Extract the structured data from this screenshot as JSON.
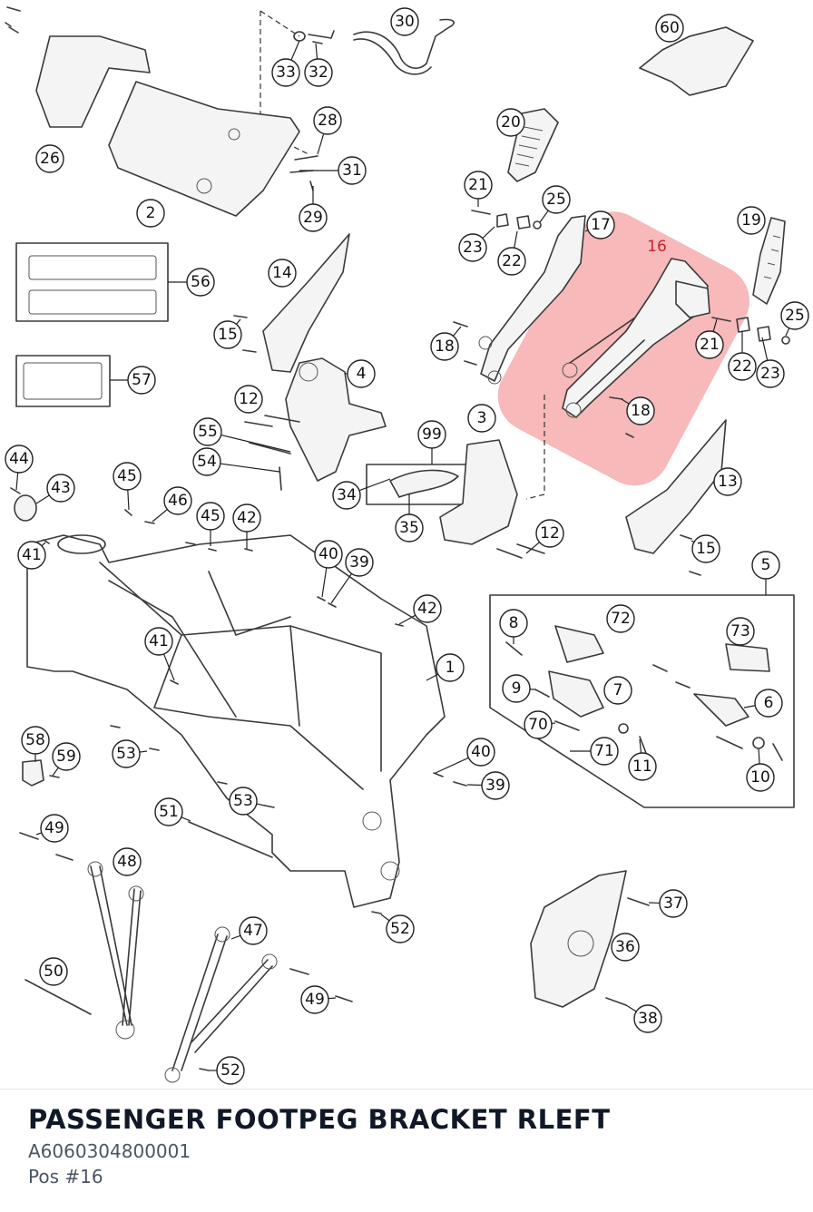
{
  "diagram": {
    "callouts": [
      {
        "label": "60"
      },
      {
        "label": "30"
      },
      {
        "label": "33"
      },
      {
        "label": "32"
      },
      {
        "label": "26"
      },
      {
        "label": "28"
      },
      {
        "label": "31"
      },
      {
        "label": "2"
      },
      {
        "label": "29"
      },
      {
        "label": "20"
      },
      {
        "label": "21"
      },
      {
        "label": "25"
      },
      {
        "label": "17"
      },
      {
        "label": "23"
      },
      {
        "label": "22"
      },
      {
        "label": "16"
      },
      {
        "label": "19"
      },
      {
        "label": "25"
      },
      {
        "label": "21"
      },
      {
        "label": "22"
      },
      {
        "label": "23"
      },
      {
        "label": "56"
      },
      {
        "label": "14"
      },
      {
        "label": "15"
      },
      {
        "label": "18"
      },
      {
        "label": "4"
      },
      {
        "label": "57"
      },
      {
        "label": "12"
      },
      {
        "label": "18"
      },
      {
        "label": "55"
      },
      {
        "label": "3"
      },
      {
        "label": "99"
      },
      {
        "label": "54"
      },
      {
        "label": "44"
      },
      {
        "label": "43"
      },
      {
        "label": "34"
      },
      {
        "label": "35"
      },
      {
        "label": "13"
      },
      {
        "label": "12"
      },
      {
        "label": "15"
      },
      {
        "label": "45"
      },
      {
        "label": "46"
      },
      {
        "label": "45"
      },
      {
        "label": "42"
      },
      {
        "label": "41"
      },
      {
        "label": "40"
      },
      {
        "label": "39"
      },
      {
        "label": "5"
      },
      {
        "label": "42"
      },
      {
        "label": "8"
      },
      {
        "label": "72"
      },
      {
        "label": "73"
      },
      {
        "label": "41"
      },
      {
        "label": "1"
      },
      {
        "label": "9"
      },
      {
        "label": "7"
      },
      {
        "label": "6"
      },
      {
        "label": "70"
      },
      {
        "label": "71"
      },
      {
        "label": "11"
      },
      {
        "label": "10"
      },
      {
        "label": "58"
      },
      {
        "label": "59"
      },
      {
        "label": "53"
      },
      {
        "label": "40"
      },
      {
        "label": "39"
      },
      {
        "label": "53"
      },
      {
        "label": "51"
      },
      {
        "label": "49"
      },
      {
        "label": "48"
      },
      {
        "label": "52"
      },
      {
        "label": "37"
      },
      {
        "label": "47"
      },
      {
        "label": "36"
      },
      {
        "label": "50"
      },
      {
        "label": "49"
      },
      {
        "label": "38"
      },
      {
        "label": "52"
      }
    ],
    "highlighted_label": "16",
    "highlight_color": "#f28b8b",
    "highlight_text_color": "#c0262d"
  },
  "part": {
    "title": "PASSENGER FOOTPEG BRACKET RLEFT",
    "part_number": "A6060304800001",
    "position": "Pos #16"
  }
}
